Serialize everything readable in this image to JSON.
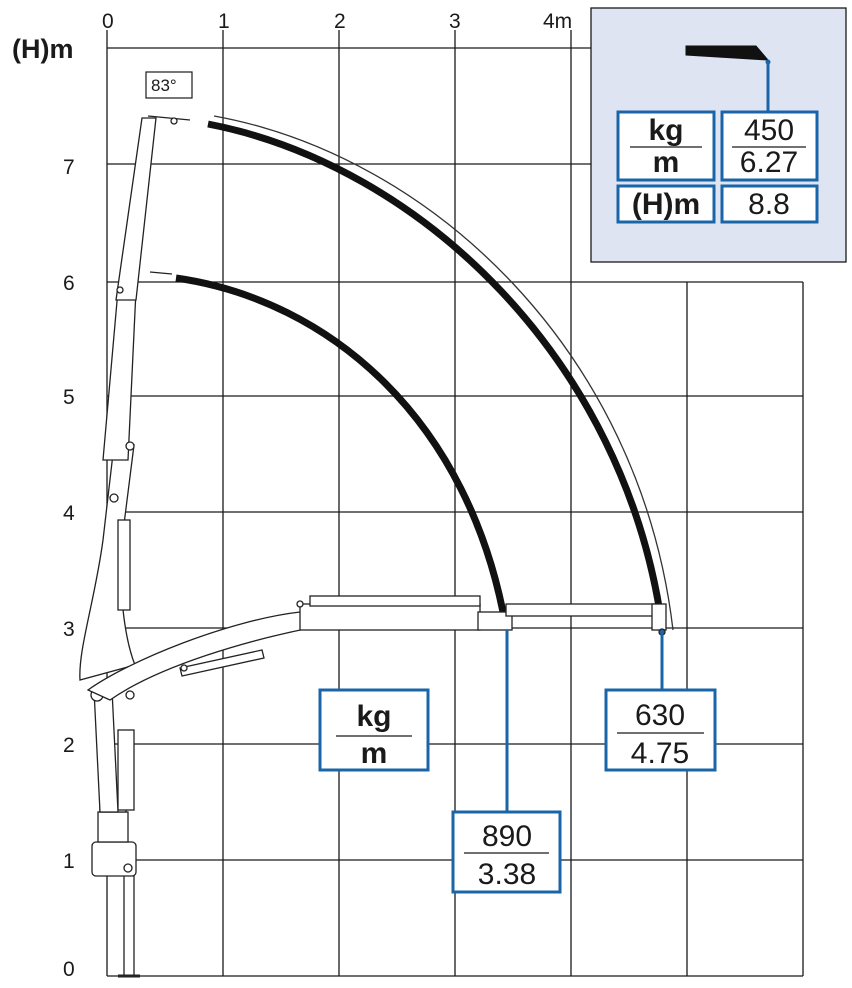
{
  "axes": {
    "y_title": "(H)m",
    "x_ticks": [
      "0",
      "1",
      "2",
      "3",
      "4m"
    ],
    "y_ticks": [
      "0",
      "1",
      "2",
      "3",
      "4",
      "5",
      "6",
      "7"
    ]
  },
  "angle_label": "83°",
  "legend_box": {
    "top": "kg",
    "bottom": "m"
  },
  "loads": [
    {
      "kg": "890",
      "m": "3.38"
    },
    {
      "kg": "630",
      "m": "4.75"
    }
  ],
  "inset": {
    "kg_label": "kg",
    "m_label": "m",
    "kg": "450",
    "m": "6.27",
    "h_label": "(H)m",
    "h_value": "8.8"
  },
  "colors": {
    "accent": "#1a64a8",
    "inset_bg": "#dfe4f3",
    "grid": "#1a1a1a",
    "arc": "#111111"
  }
}
